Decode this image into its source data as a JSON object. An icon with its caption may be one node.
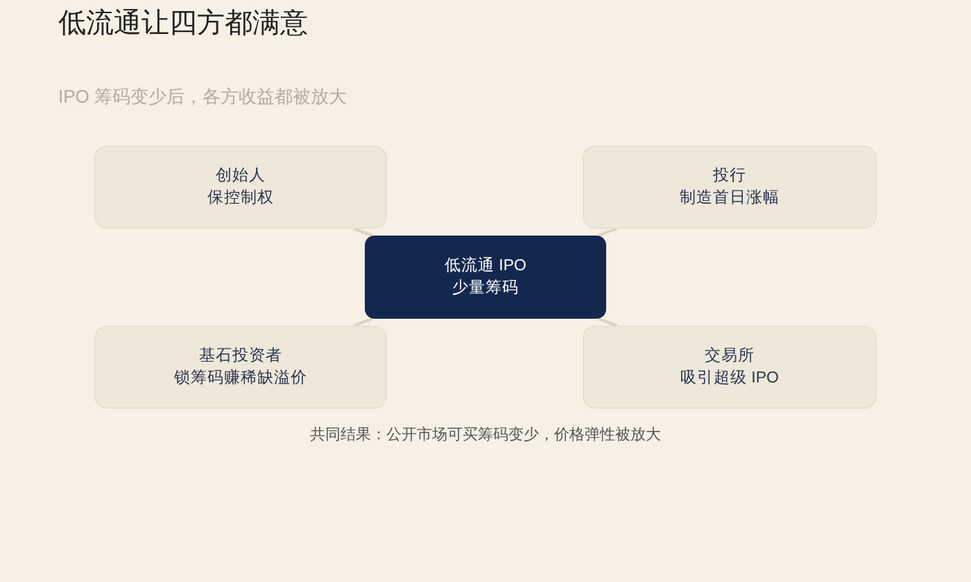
{
  "diagram": {
    "title": "低流通让四方都满意",
    "nodes": [
      {
        "text": [
          "创始人",
          "保控制权"
        ]
      },
      {
        "text": [
          "投行",
          "制造首日涨幅"
        ]
      },
      {
        "text": [
          "低流通 IPO",
          "少量筹码"
        ]
      },
      {
        "text": [
          "基石投资者",
          "锁筹码赚稀缺溢价"
        ]
      },
      {
        "text": [
          "交易所",
          "吸引超级 IPO"
        ]
      }
    ],
    "edges": [
      {
        "from": 2,
        "to": 0,
        "arrow": "none"
      },
      {
        "from": 2,
        "to": 1,
        "arrow": "none"
      },
      {
        "from": 2,
        "to": 3,
        "arrow": "none"
      },
      {
        "from": 2,
        "to": 4,
        "arrow": "none"
      }
    ],
    "labels": [
      "IPO 筹码变少后，各方收益都被放大"
    ],
    "caption": "共同结果：公开市场可买筹码变少，价格弹性被放大"
  }
}
